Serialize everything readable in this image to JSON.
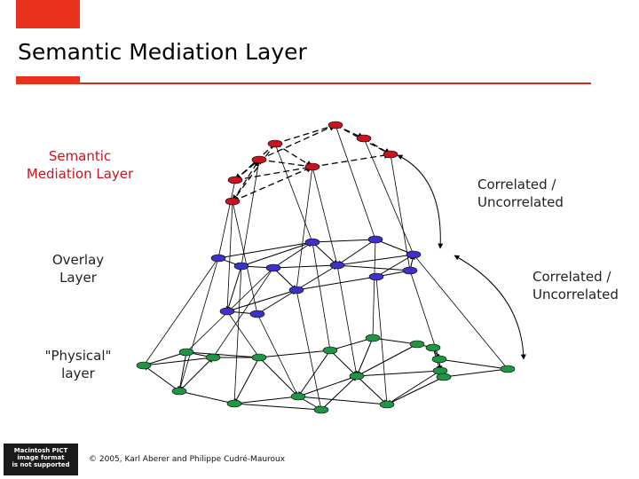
{
  "slide": {
    "title": "Semantic Mediation Layer",
    "footer": "© 2005, Karl Aberer and Philippe Cudré-Mauroux",
    "pict_notice": "Macintosh PICT\nimage format\nis not supported",
    "accent_color": "#e8321e"
  },
  "labels": {
    "semantic": "Semantic\nMediation Layer",
    "overlay": "Overlay\nLayer",
    "physical": "\"Physical\"\nlayer",
    "correlated_upper": "Correlated /\nUncorrelated",
    "correlated_lower": "Correlated /\nUncorrelated"
  },
  "layers": {
    "semantic": {
      "node_color": "#c8141e",
      "node_count": 8,
      "edge_style": "dashed"
    },
    "overlay": {
      "node_color": "#3c32c8",
      "node_count": 12,
      "edge_style": "solid"
    },
    "physical": {
      "node_color": "#1e9646",
      "node_count": 18,
      "edge_style": "solid"
    }
  }
}
